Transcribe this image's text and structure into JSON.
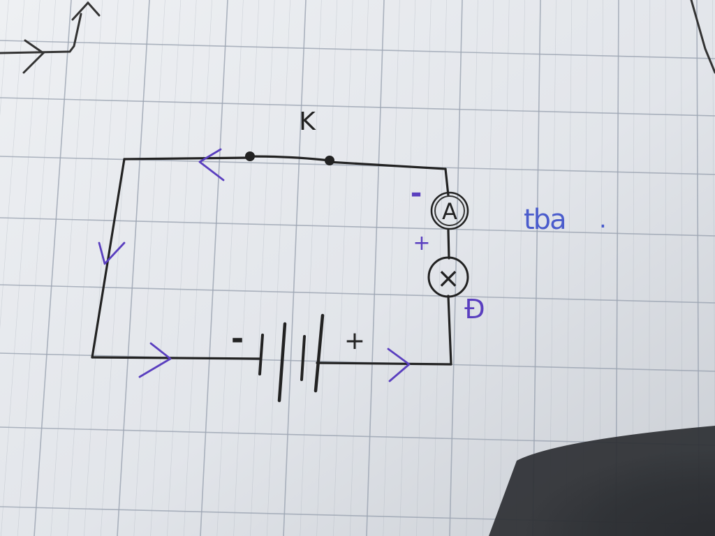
{
  "labels": {
    "switch": "K",
    "ammeter_symbol": "A",
    "lamp_symbol": "×",
    "ammeter_minus": "-",
    "ammeter_plus": "+",
    "battery_minus": "-",
    "battery_plus": "+",
    "side_note": "tba",
    "side_note_dot": ".",
    "lamp_label": "Đ"
  },
  "colors": {
    "paper": "#e4e7ec",
    "grid": "#9aa2b0",
    "pencil": "#222222",
    "ink": "#5a3fbf",
    "note_ink": "#4a5ccc"
  }
}
